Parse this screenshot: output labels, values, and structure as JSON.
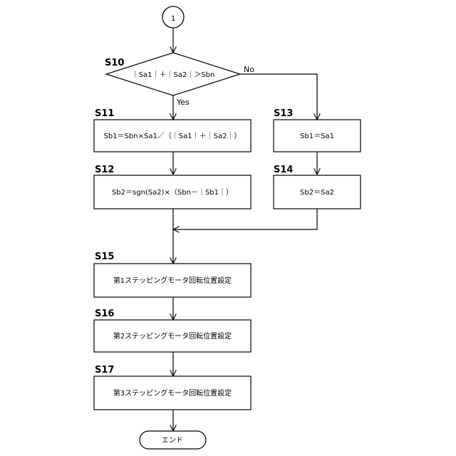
{
  "connector": {
    "label": "1"
  },
  "decision": {
    "step": "S10",
    "text": "｜Sa1｜＋｜Sa2｜＞Sbn",
    "yes_label": "Yes",
    "no_label": "No"
  },
  "steps": {
    "s11": {
      "step": "S11",
      "text": "Sb1＝Sbn×Sa1／（｜Sa1｜＋｜Sa2｜）"
    },
    "s12": {
      "step": "S12",
      "text": "Sb2＝sgn(Sa2)×（Sbn－｜Sb1｜）"
    },
    "s13": {
      "step": "S13",
      "text": "Sb1＝Sa1"
    },
    "s14": {
      "step": "S14",
      "text": "Sb2＝Sa2"
    },
    "s15": {
      "step": "S15",
      "text": "第1ステッピングモータ回転位置設定"
    },
    "s16": {
      "step": "S16",
      "text": "第2ステッピングモータ回転位置設定"
    },
    "s17": {
      "step": "S17",
      "text": "第3ステッピングモータ回転位置設定"
    }
  },
  "terminal": {
    "text": "エンド"
  }
}
